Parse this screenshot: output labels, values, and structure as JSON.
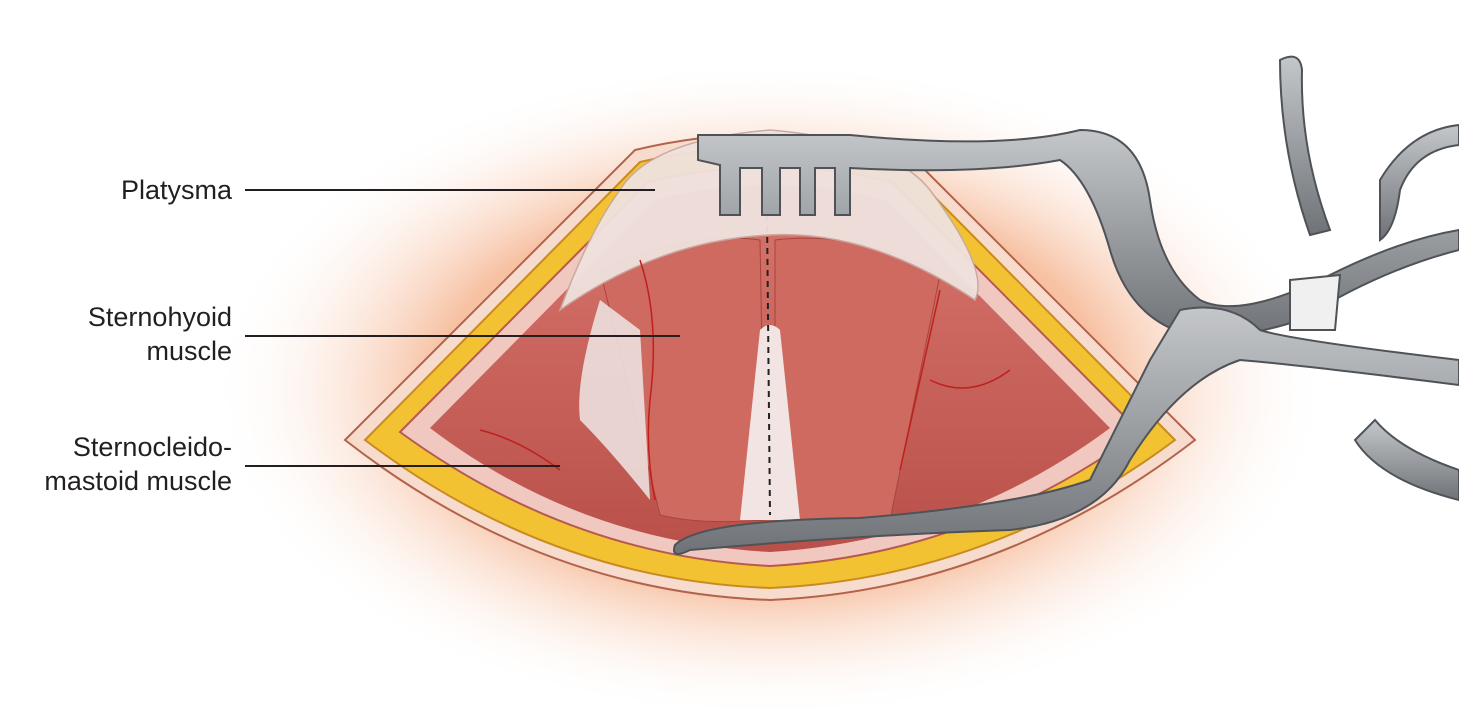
{
  "labels": {
    "platysma": "Platysma",
    "sternohyoid_line1": "Sternohyoid",
    "sternohyoid_line2": "muscle",
    "scm_line1": "Sternocleido-",
    "scm_line2": "mastoid muscle"
  },
  "colors": {
    "skin_glow": "#f4a882",
    "fat": "#f2c232",
    "muscle": "#c85a52",
    "fascia": "#f0dcd6",
    "retractor": "#8e9296"
  }
}
